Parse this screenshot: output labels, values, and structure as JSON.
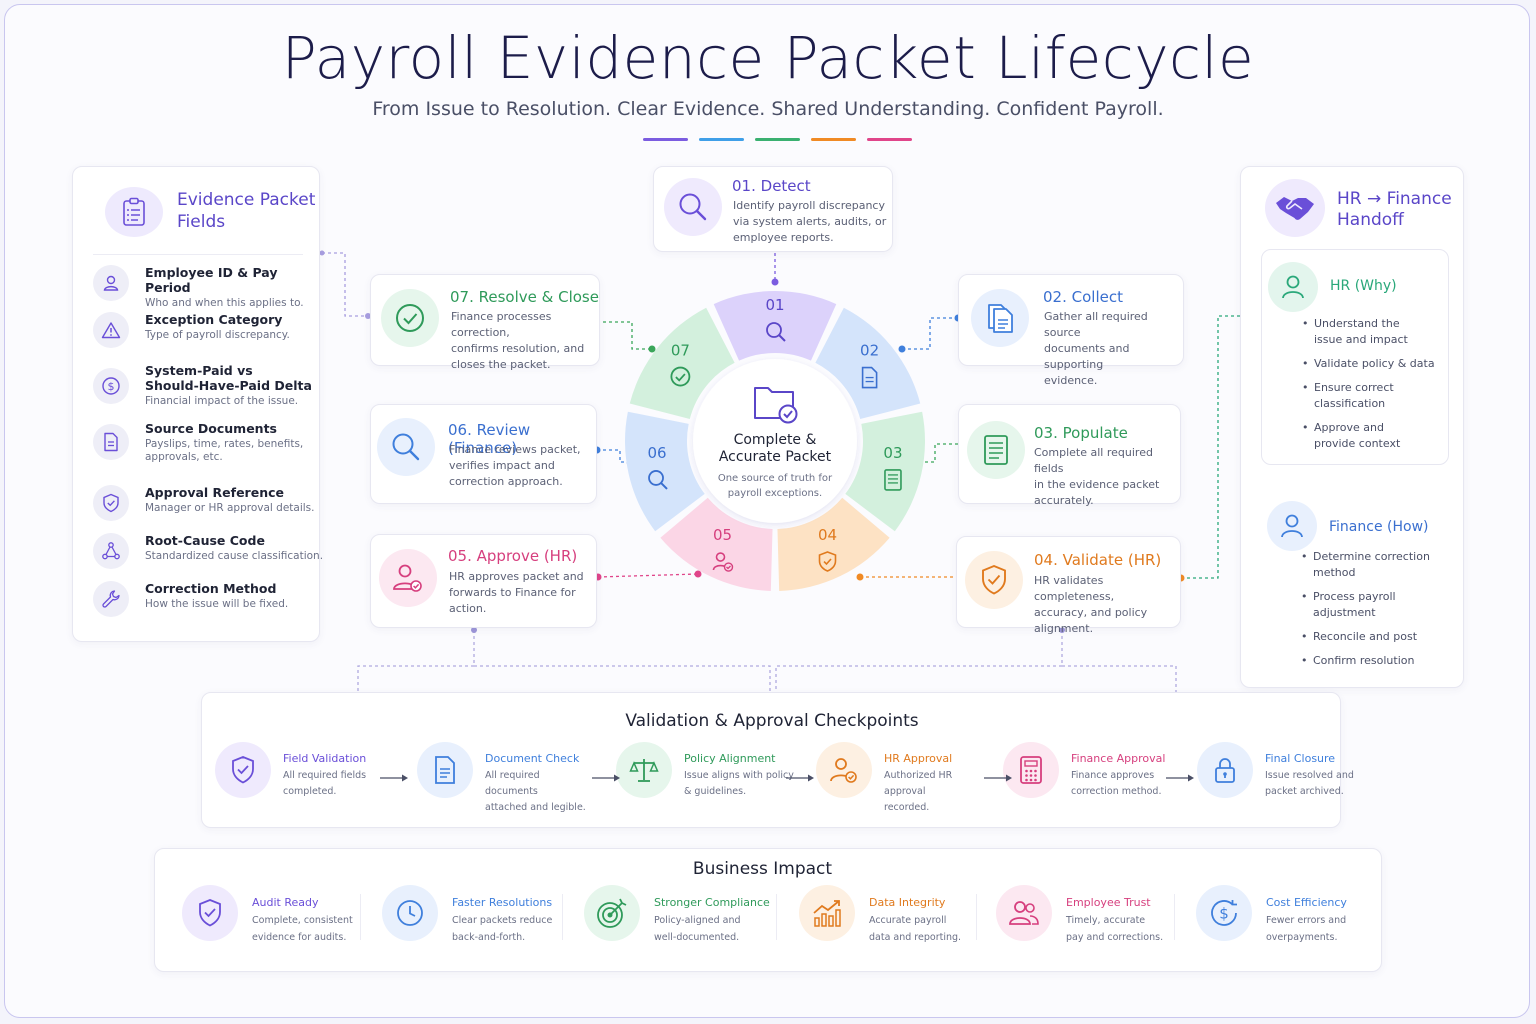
{
  "title": "Payroll Evidence Packet Lifecycle",
  "subtitle": "From Issue to Resolution. Clear Evidence. Shared Understanding. Confident Payroll.",
  "colors": {
    "purple": "#7b5ce0",
    "blue": "#3f7fdc",
    "green": "#3aa65a",
    "orange": "#f08a24",
    "pink": "#e0458a",
    "teal": "#2aa87a",
    "indigo": "#5a46c8"
  },
  "fields": {
    "title_line1": "Evidence Packet",
    "title_line2": "Fields",
    "items": [
      {
        "name": "Employee ID & Pay Period",
        "desc": "Who and when this applies to.",
        "icon": "user-icon"
      },
      {
        "name": "Exception Category",
        "desc": "Type of payroll discrepancy.",
        "icon": "warning-icon"
      },
      {
        "name": "System-Paid vs",
        "name2": "Should-Have-Paid Delta",
        "desc": "Financial impact of the issue.",
        "icon": "dollar-icon"
      },
      {
        "name": "Source Documents",
        "desc": "Payslips, time, rates, benefits,",
        "desc2": "approvals, etc.",
        "icon": "document-icon"
      },
      {
        "name": "Approval Reference",
        "desc": "Manager or HR approval details.",
        "icon": "shield-check-icon"
      },
      {
        "name": "Root-Cause Code",
        "desc": "Standardized cause classification.",
        "icon": "network-icon"
      },
      {
        "name": "Correction Method",
        "desc": "How the issue will be fixed.",
        "icon": "wrench-icon"
      }
    ]
  },
  "steps": {
    "s01": {
      "num": "01.",
      "name": "Detect",
      "lines": [
        "Identify payroll discrepancy",
        "via system alerts, audits, or",
        "employee reports."
      ]
    },
    "s02": {
      "num": "02.",
      "name": "Collect",
      "lines": [
        "Gather all required source",
        "documents and supporting",
        "evidence."
      ]
    },
    "s03": {
      "num": "03.",
      "name": "Populate",
      "lines": [
        "Complete all required fields",
        "in the evidence packet",
        "accurately."
      ]
    },
    "s04": {
      "num": "04.",
      "name": "Validate (HR)",
      "lines": [
        "HR validates completeness,",
        "accuracy, and policy",
        "alignment."
      ]
    },
    "s05": {
      "num": "05.",
      "name": "Approve (HR)",
      "lines": [
        "HR approves packet and",
        "forwards to Finance for",
        "action."
      ]
    },
    "s06": {
      "num": "06.",
      "name": "Review (Finance)",
      "lines": [
        "Finance reviews packet,",
        "verifies impact and",
        "correction approach."
      ]
    },
    "s07": {
      "num": "07.",
      "name": "Resolve & Close",
      "lines": [
        "Finance processes correction,",
        "confirms resolution, and",
        "closes the packet."
      ]
    }
  },
  "wheel": {
    "labels": [
      "01",
      "02",
      "03",
      "04",
      "05",
      "06",
      "07"
    ],
    "center_title_1": "Complete &",
    "center_title_2": "Accurate Packet",
    "center_sub_1": "One source of truth for",
    "center_sub_2": "payroll exceptions."
  },
  "handoff": {
    "title_line1": "HR → Finance",
    "title_line2": "Handoff",
    "hr_title": "HR (Why)",
    "hr_items": [
      "Understand the issue and impact",
      "Validate policy & data",
      "Ensure correct classification",
      "Approve and provide context"
    ],
    "fin_title": "Finance (How)",
    "fin_items": [
      "Determine correction method",
      "Process payroll adjustment",
      "Reconcile and post",
      "Confirm resolution"
    ]
  },
  "checkpoints": {
    "title": "Validation & Approval Checkpoints",
    "items": [
      {
        "title": "Field Validation",
        "d1": "All required fields",
        "d2": "completed.",
        "icon": "shield-check-icon",
        "color": "#6a4fd8",
        "bg": "#efeafd"
      },
      {
        "title": "Document Check",
        "d1": "All required documents",
        "d2": "attached and legible.",
        "icon": "document-icon",
        "color": "#3f7fdc",
        "bg": "#e8f0fd"
      },
      {
        "title": "Policy Alignment",
        "d1": "Issue aligns with policy",
        "d2": "& guidelines.",
        "icon": "scale-icon",
        "color": "#2f9a5a",
        "bg": "#e6f6ec"
      },
      {
        "title": "HR Approval",
        "d1": "Authorized HR approval",
        "d2": "recorded.",
        "icon": "user-check-icon",
        "color": "#e07a1e",
        "bg": "#fdf0e2"
      },
      {
        "title": "Finance Approval",
        "d1": "Finance approves",
        "d2": "correction method.",
        "icon": "calculator-icon",
        "color": "#d63f7e",
        "bg": "#fce8f1"
      },
      {
        "title": "Final Closure",
        "d1": "Issue resolved and",
        "d2": "packet archived.",
        "icon": "lock-icon",
        "color": "#3f7fdc",
        "bg": "#e8f0fd"
      }
    ]
  },
  "impact": {
    "title": "Business Impact",
    "items": [
      {
        "title": "Audit Ready",
        "d1": "Complete, consistent",
        "d2": "evidence for audits.",
        "icon": "shield-check-icon",
        "color": "#6a4fd8",
        "bg": "#efeafd"
      },
      {
        "title": "Faster Resolutions",
        "d1": "Clear packets reduce",
        "d2": "back-and-forth.",
        "icon": "clock-icon",
        "color": "#3f7fdc",
        "bg": "#e8f0fd"
      },
      {
        "title": "Stronger Compliance",
        "d1": "Policy-aligned and",
        "d2": "well-documented.",
        "icon": "target-icon",
        "color": "#2f9a5a",
        "bg": "#e6f6ec"
      },
      {
        "title": "Data Integrity",
        "d1": "Accurate payroll",
        "d2": "data and reporting.",
        "icon": "chart-icon",
        "color": "#e07a1e",
        "bg": "#fdf0e2"
      },
      {
        "title": "Employee Trust",
        "d1": "Timely, accurate",
        "d2": "pay and corrections.",
        "icon": "users-icon",
        "color": "#d63f7e",
        "bg": "#fce8f1"
      },
      {
        "title": "Cost Efficiency",
        "d1": "Fewer errors and",
        "d2": "overpayments.",
        "icon": "dollar-icon",
        "color": "#3f7fdc",
        "bg": "#e8f0fd"
      }
    ]
  }
}
